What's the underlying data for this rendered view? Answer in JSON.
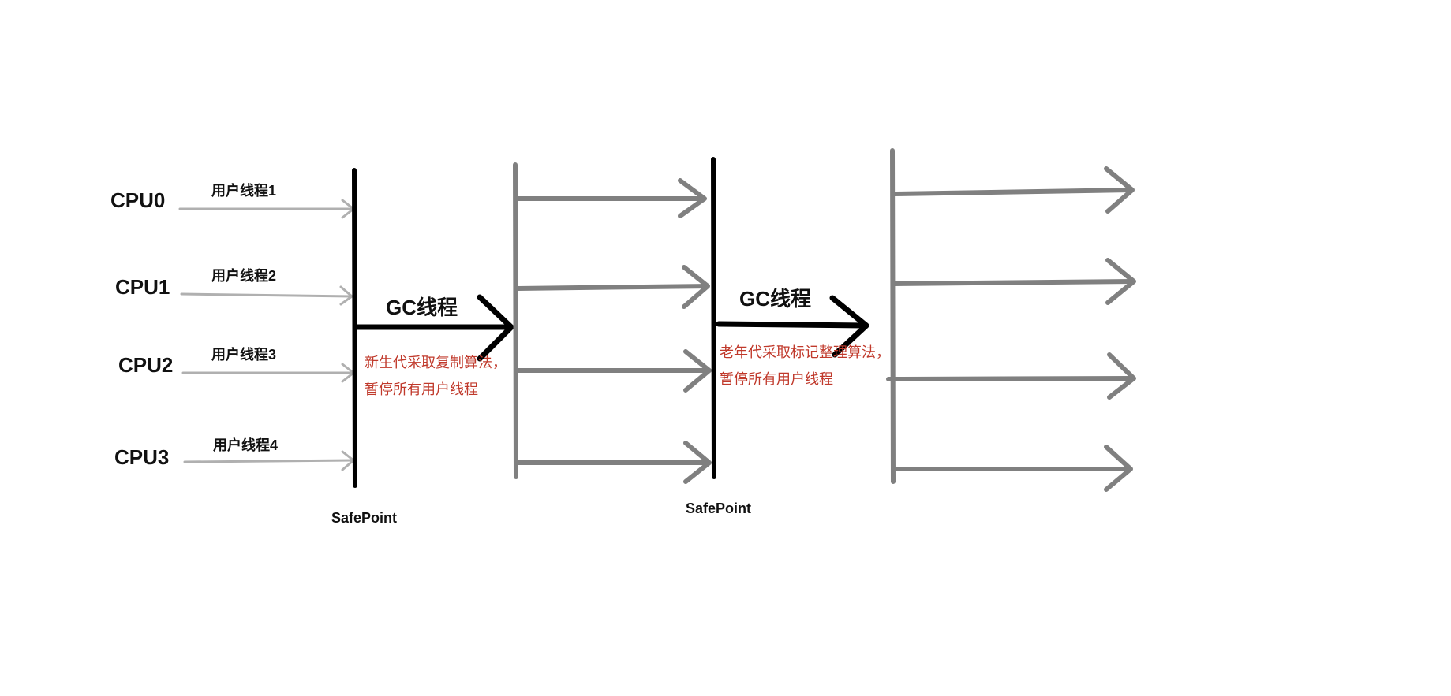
{
  "cpus": [
    {
      "name": "CPU0",
      "thread": "用户线程1"
    },
    {
      "name": "CPU1",
      "thread": "用户线程2"
    },
    {
      "name": "CPU2",
      "thread": "用户线程3"
    },
    {
      "name": "CPU3",
      "thread": "用户线程4"
    }
  ],
  "phase1": {
    "gc_label": "GC线程",
    "note_line1": "新生代采取复制算法，",
    "note_line2": "暂停所有用户线程",
    "safepoint": "SafePoint"
  },
  "phase2": {
    "gc_label": "GC线程",
    "note_line1": "老年代采取标记整理算法，",
    "note_line2": "暂停所有用户线程",
    "safepoint": "SafePoint"
  },
  "colors": {
    "black": "#000000",
    "thin_gray": "#b0b0b0",
    "thick_gray": "#808080",
    "note_red": "#c0392b"
  }
}
